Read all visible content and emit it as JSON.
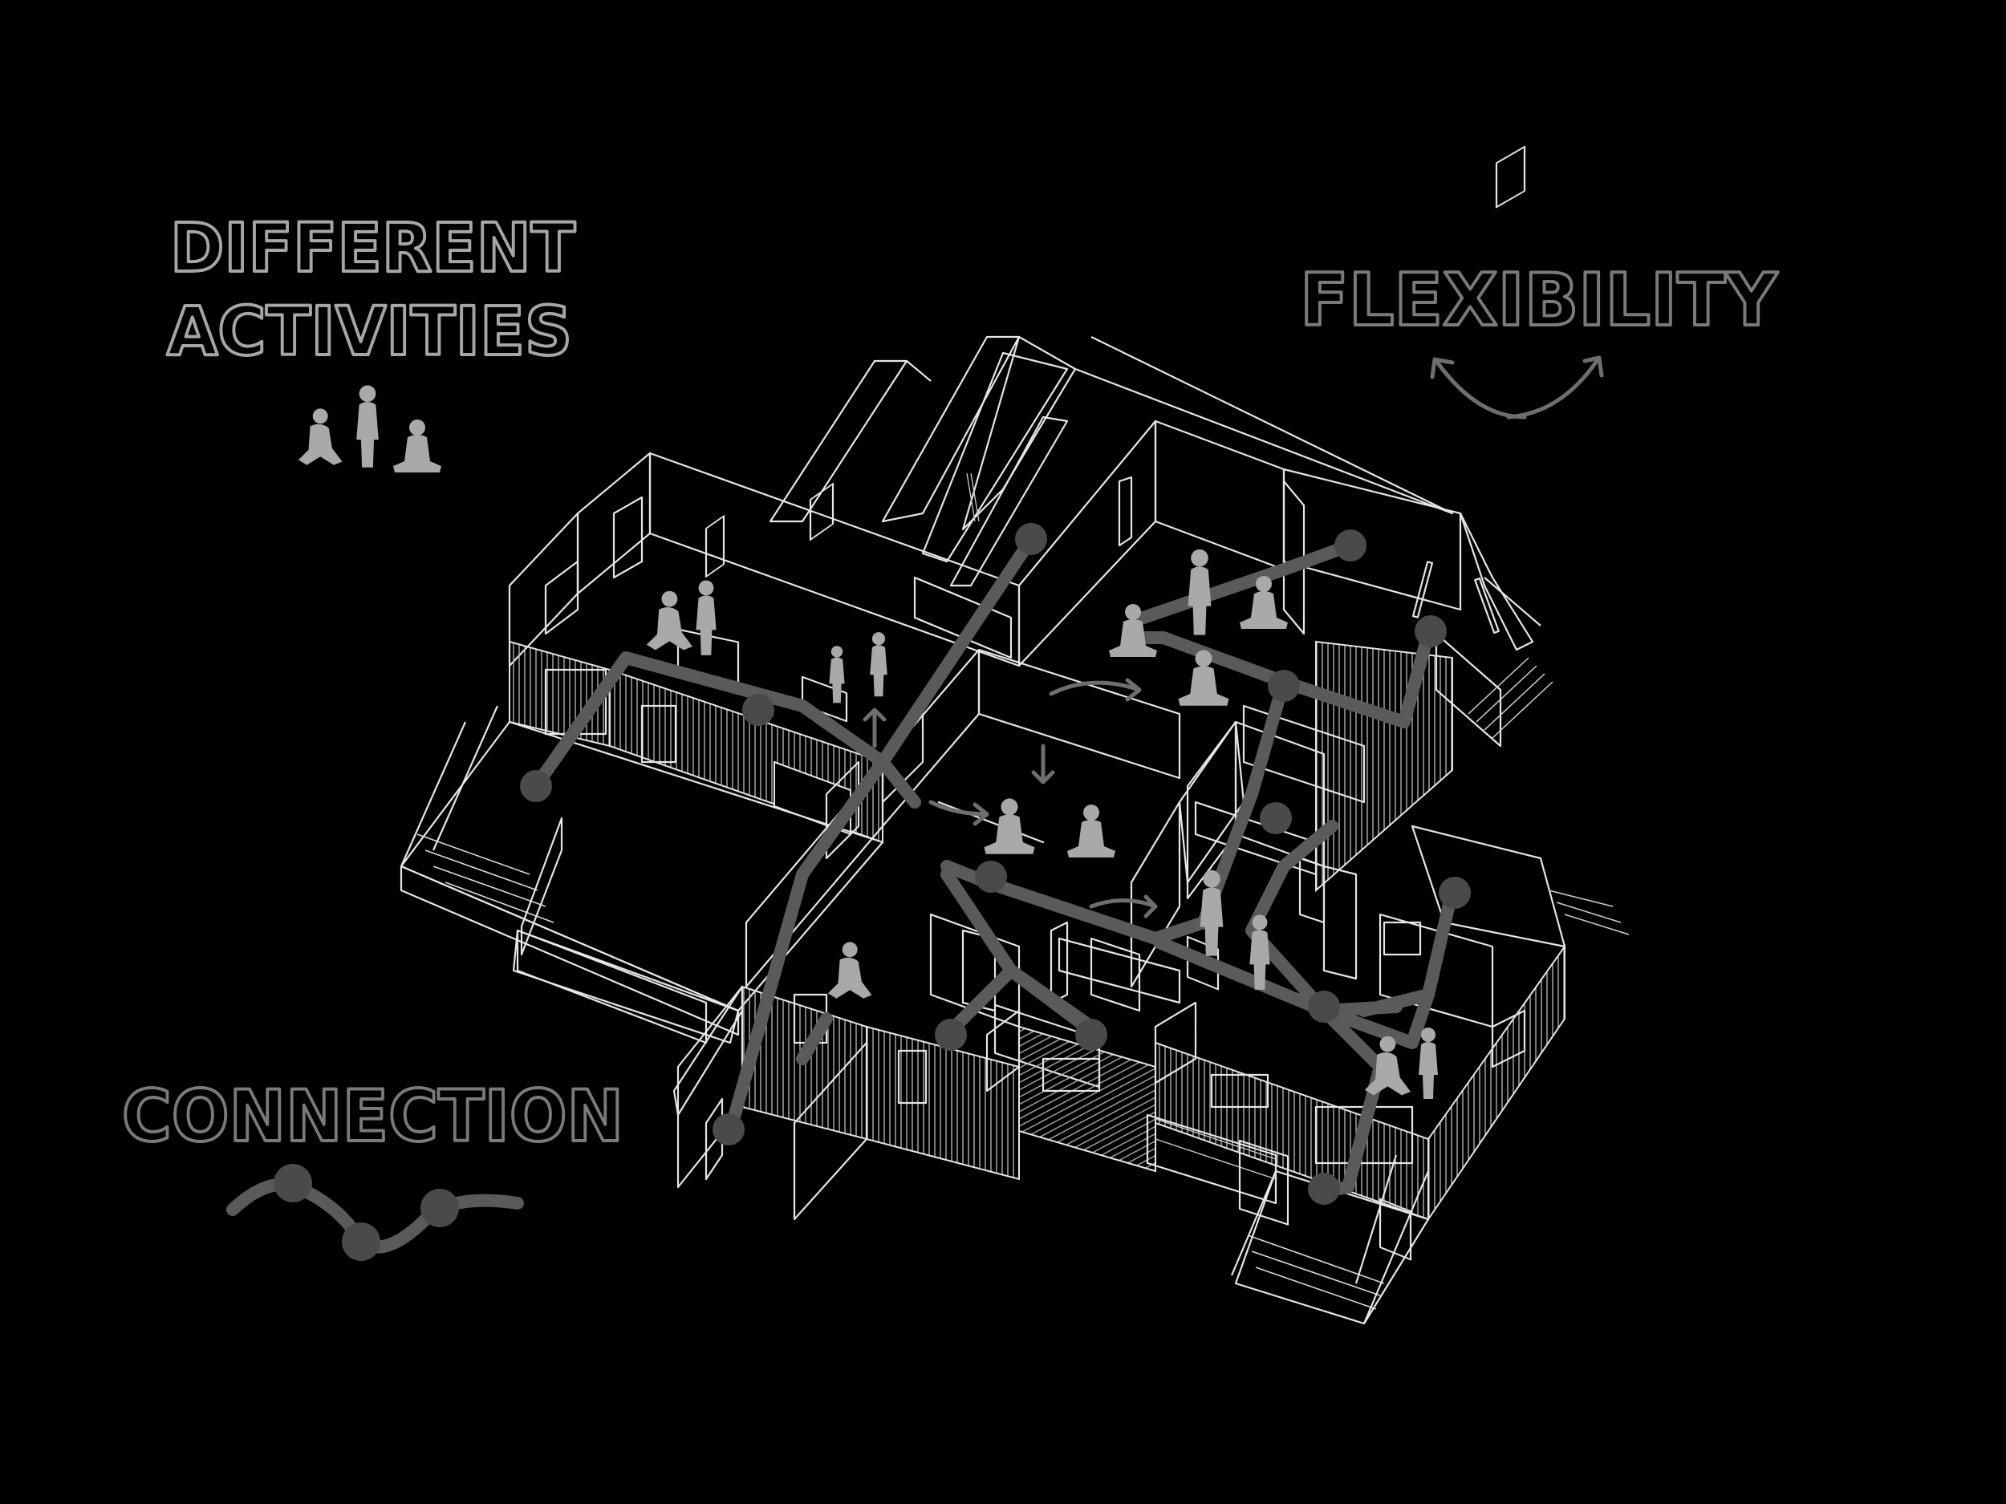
{
  "labels": {
    "activities_line1": "DIFFERENT",
    "activities_line2": "ACTIVITIES",
    "flexibility": "FLEXIBILITY",
    "connection": "CONNECTION"
  },
  "colors": {
    "background": "#000000",
    "linework": "#e6e6e6",
    "title_light": "#a6a6a6",
    "title_dark": "#7a7a7a",
    "circulation_path": "#5a5a5a",
    "people": "#a9a9a9"
  },
  "icons": {
    "activities": "people-group-icon",
    "flexibility": "curved-double-arrow-icon",
    "connection": "connected-nodes-wave-icon"
  }
}
